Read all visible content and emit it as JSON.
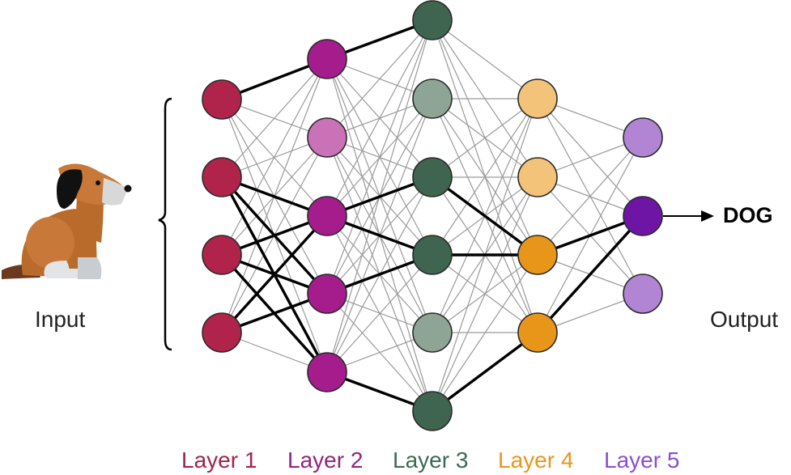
{
  "input_label": "Input",
  "output_label": "Output",
  "output_class": "DOG",
  "input_icon": "dog-icon",
  "layers": [
    {
      "label": "Layer 1",
      "label_color": "#a0254a",
      "node_colors": [
        "#b0244c",
        "#b0244c",
        "#b0244c",
        "#b0244c"
      ]
    },
    {
      "label": "Layer 2",
      "label_color": "#92247f",
      "node_colors": [
        "#a51d8c",
        "#c972b8",
        "#a51d8c",
        "#a51d8c",
        "#a51d8c"
      ]
    },
    {
      "label": "Layer 3",
      "label_color": "#3b6b52",
      "node_colors": [
        "#3f6450",
        "#8ea595",
        "#3f6450",
        "#3f6450",
        "#8ea595",
        "#3f6450"
      ]
    },
    {
      "label": "Layer 4",
      "label_color": "#e8961e",
      "node_colors": [
        "#f2c378",
        "#f2c378",
        "#e8961a",
        "#e8961a"
      ]
    },
    {
      "label": "Layer 5",
      "label_color": "#8a4fcf",
      "node_colors": [
        "#b185d4",
        "#6e15a6",
        "#b185d4"
      ]
    }
  ],
  "highlighted_paths": [
    [
      [
        0,
        0
      ],
      [
        1,
        0
      ]
    ],
    [
      [
        1,
        0
      ],
      [
        2,
        0
      ]
    ],
    [
      [
        0,
        1
      ],
      [
        1,
        2
      ]
    ],
    [
      [
        0,
        1
      ],
      [
        1,
        3
      ]
    ],
    [
      [
        0,
        1
      ],
      [
        1,
        4
      ]
    ],
    [
      [
        0,
        2
      ],
      [
        1,
        2
      ]
    ],
    [
      [
        0,
        2
      ],
      [
        1,
        3
      ]
    ],
    [
      [
        0,
        2
      ],
      [
        1,
        4
      ]
    ],
    [
      [
        0,
        3
      ],
      [
        1,
        2
      ]
    ],
    [
      [
        0,
        3
      ],
      [
        1,
        3
      ]
    ],
    [
      [
        1,
        2
      ],
      [
        2,
        2
      ]
    ],
    [
      [
        1,
        2
      ],
      [
        2,
        3
      ]
    ],
    [
      [
        1,
        3
      ],
      [
        2,
        3
      ]
    ],
    [
      [
        1,
        4
      ],
      [
        2,
        5
      ]
    ],
    [
      [
        2,
        2
      ],
      [
        3,
        2
      ]
    ],
    [
      [
        2,
        3
      ],
      [
        3,
        2
      ]
    ],
    [
      [
        2,
        5
      ],
      [
        3,
        3
      ]
    ],
    [
      [
        3,
        2
      ],
      [
        4,
        1
      ]
    ],
    [
      [
        3,
        3
      ],
      [
        4,
        1
      ]
    ]
  ]
}
